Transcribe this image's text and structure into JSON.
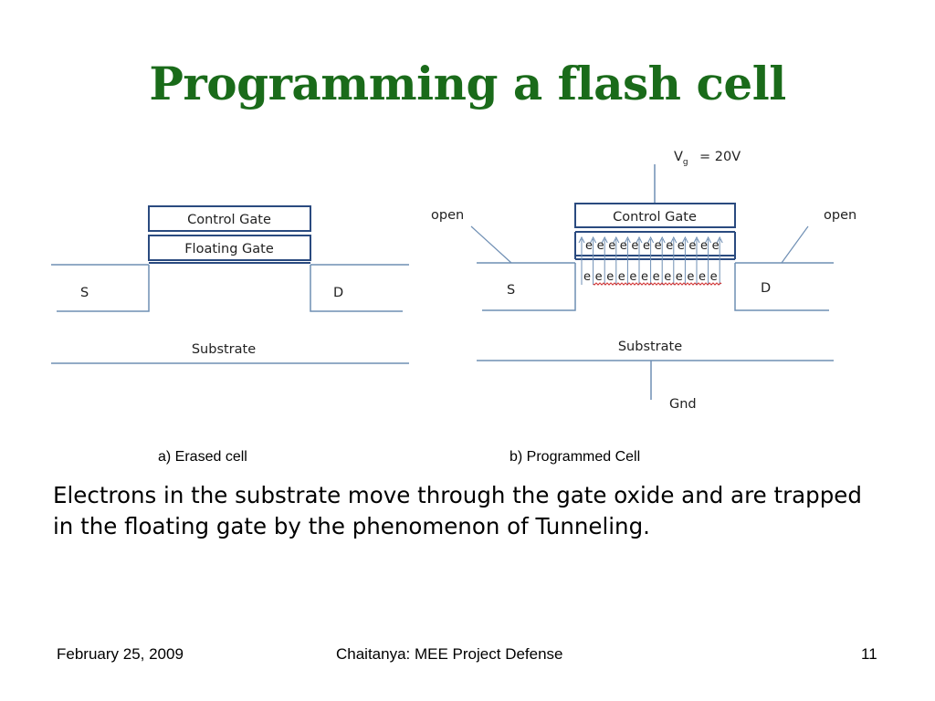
{
  "title": "Programming a flash cell",
  "diagram_a": {
    "control_gate": "Control Gate",
    "floating_gate": "Floating Gate",
    "source": "S",
    "drain": "D",
    "substrate": "Substrate"
  },
  "diagram_b": {
    "vg_label": "V",
    "vg_sub": "g",
    "vg_value": "= 20V",
    "open_left": "open",
    "open_right": "open",
    "control_gate": "Control Gate",
    "source": "S",
    "drain": "D",
    "substrate": "Substrate",
    "gnd": "Gnd",
    "electron": "e"
  },
  "captions": {
    "a": "a) Erased cell",
    "b": "b) Programmed Cell"
  },
  "body": "Electrons in the substrate move through the gate oxide and are trapped in the floating gate by the phenomenon of Tunneling.",
  "footer": {
    "date": "February 25, 2009",
    "center": "Chaitanya: MEE Project Defense",
    "page": "11"
  },
  "colors": {
    "title": "#1a6b1a",
    "gate_border": "#2a4a7f",
    "line": "#6f8fb4",
    "squiggle": "#cc2222"
  }
}
